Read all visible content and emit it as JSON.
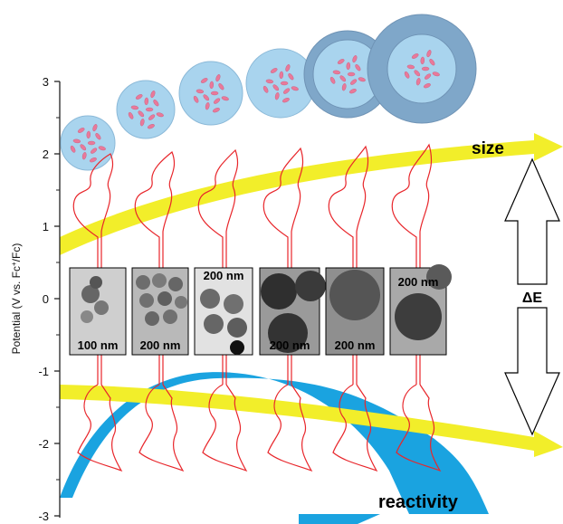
{
  "y_axis": {
    "title_prefix": "Potential (V vs. Fc",
    "title_sup": "+",
    "title_suffix": "/Fc)",
    "ticks": [
      "3",
      "2",
      "1",
      "0",
      "-1",
      "-2",
      "-3"
    ]
  },
  "labels": {
    "size": "size",
    "delta_e": "ΔE",
    "reactivity": "reactivity"
  },
  "tem_images": [
    {
      "scale": "100 nm"
    },
    {
      "scale": "200 nm"
    },
    {
      "scale": "200 nm"
    },
    {
      "scale": "200 nm"
    },
    {
      "scale": "200 nm"
    },
    {
      "scale": "200 nm"
    }
  ],
  "colors": {
    "yellow_band": "#f2ee2a",
    "blue_arc": "#1aa3e0",
    "shell_light": "#a9d4ee",
    "shell_dark": "#7fa7c9",
    "cv_trace": "#e8262b",
    "particle": "#e9799a"
  }
}
